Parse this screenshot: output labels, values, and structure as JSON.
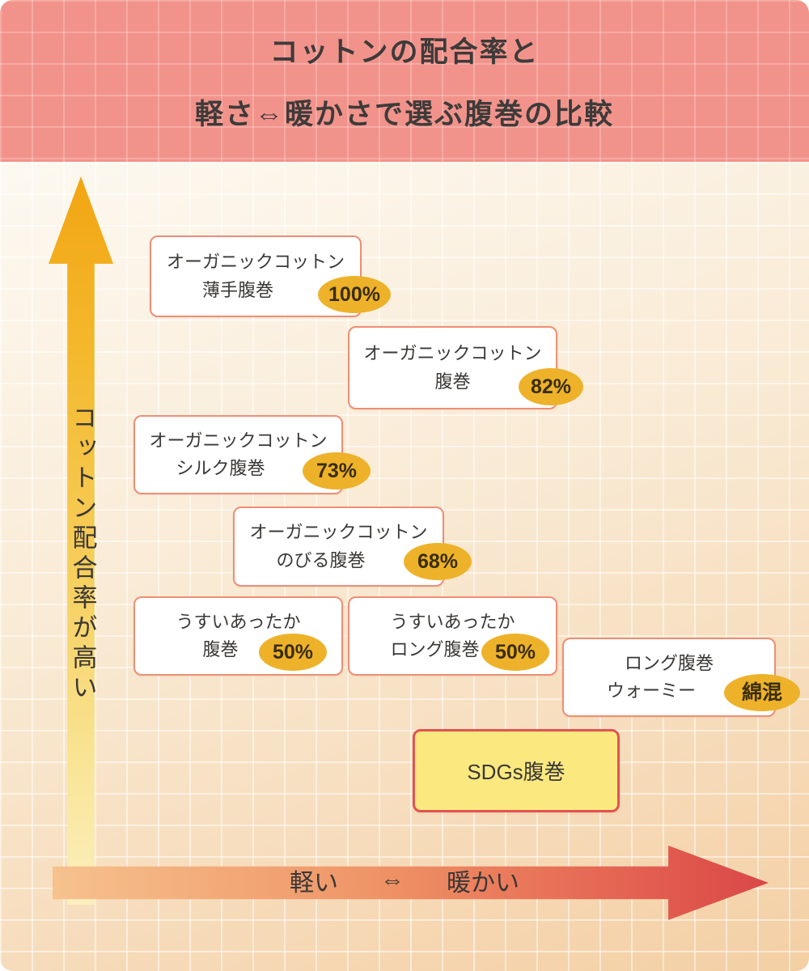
{
  "header": {
    "title_line1": "コットンの配合率と",
    "title_line2": "軽さ⇔暖かさで選ぶ腹巻の比較"
  },
  "y_axis": {
    "label": "コットン配合率が高い"
  },
  "x_axis": {
    "left": "軽い",
    "symbol": "⇔",
    "right": "暖かい"
  },
  "cards": [
    {
      "line1": "オーガニックコットン",
      "line2": "薄手腹巻",
      "badge": "100%"
    },
    {
      "line1": "オーガニックコットン",
      "line2": "腹巻",
      "badge": "82%"
    },
    {
      "line1": "オーガニックコットン",
      "line2": "シルク腹巻",
      "badge": "73%"
    },
    {
      "line1": "オーガニックコットン",
      "line2": "のびる腹巻",
      "badge": "68%"
    },
    {
      "line1": "うすいあったか",
      "line2": "腹巻",
      "badge": "50%"
    },
    {
      "line1": "うすいあったか",
      "line2": "ロング腹巻",
      "badge": "50%"
    },
    {
      "line1": "ロング腹巻",
      "line2": "ウォーミー",
      "badge": "綿混"
    }
  ],
  "sdgs": {
    "label": "SDGs腹巻"
  },
  "colors": {
    "header_bg": "#f2938b",
    "card_border": "#ef8e74",
    "badge_bg": "#eeb22a",
    "sdgs_bg": "#fbe97f",
    "sdgs_border": "#e25353",
    "y_arrow_gold": "#f2a513",
    "x_arrow_red": "#da4747",
    "text": "#3a3836"
  },
  "chart_data": {
    "type": "scatter",
    "title": "コットンの配合率と軽さ⇔暖かさで選ぶ腹巻の比較",
    "xlabel": "軽い ⇔ 暖かい",
    "ylabel": "コットン配合率が高い",
    "axis_note": "qualitative axes; x = 軽い(0) → 暖かい(100), y = コットン配合率の高さ(relative 0-100)",
    "points": [
      {
        "label": "オーガニックコットン薄手腹巻",
        "cotton_ratio": "100%",
        "x": 21,
        "y": 85
      },
      {
        "label": "オーガニックコットン腹巻",
        "cotton_ratio": "82%",
        "x": 51,
        "y": 72
      },
      {
        "label": "オーガニックコットンシルク腹巻",
        "cotton_ratio": "73%",
        "x": 19,
        "y": 59
      },
      {
        "label": "オーガニックコットンのびる腹巻",
        "cotton_ratio": "68%",
        "x": 34,
        "y": 45
      },
      {
        "label": "うすいあったか腹巻",
        "cotton_ratio": "50%",
        "x": 19,
        "y": 31
      },
      {
        "label": "うすいあったかロング腹巻",
        "cotton_ratio": "50%",
        "x": 51,
        "y": 31
      },
      {
        "label": "ロング腹巻ウォーミー",
        "cotton_ratio": "綿混",
        "x": 84,
        "y": 25
      },
      {
        "label": "SDGs腹巻",
        "cotton_ratio": "",
        "x": 60,
        "y": 11
      }
    ]
  }
}
